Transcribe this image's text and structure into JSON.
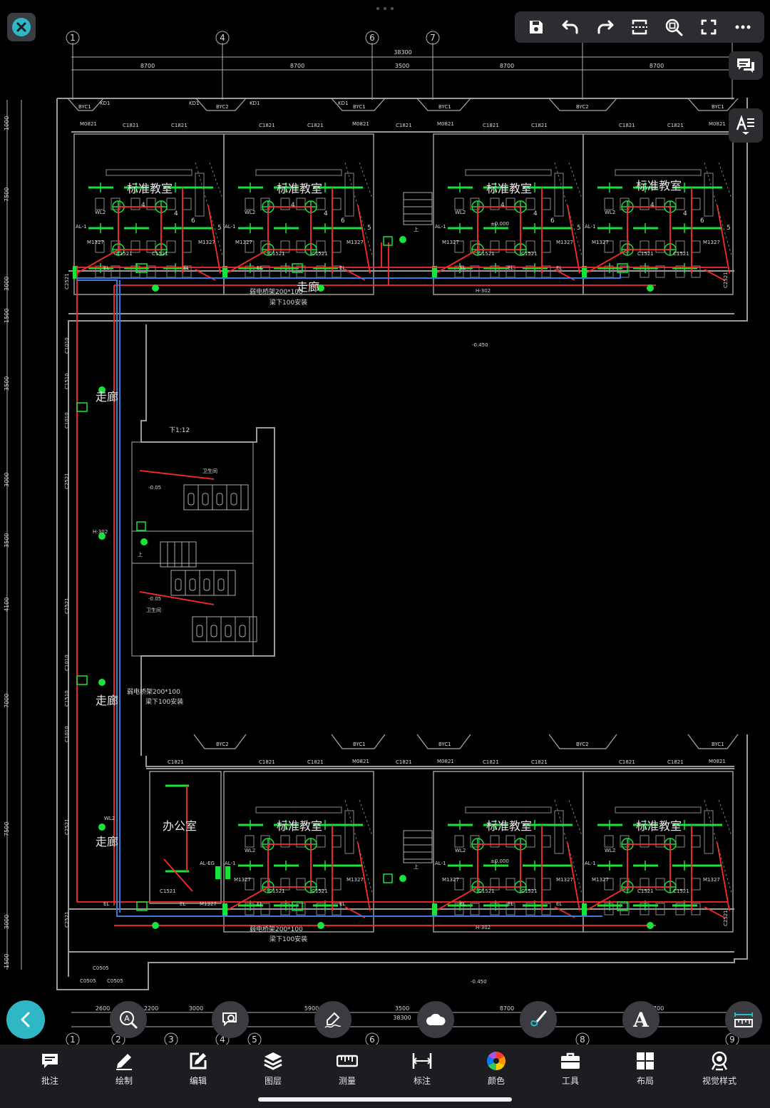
{
  "canvas": {
    "dimensions": {
      "total": "38300",
      "bays": [
        "8700",
        "8700",
        "3500",
        "8700",
        "8700"
      ],
      "bottom_bays": [
        "2600",
        "2200",
        "3000",
        "5900",
        "3500",
        "8700",
        "8700"
      ],
      "bottom_total": "38300",
      "left_dims": [
        "1000",
        "7500",
        "3000",
        "1500",
        "3500",
        "3000",
        "3500",
        "4100",
        "7000",
        "7500",
        "3000",
        "1500"
      ]
    },
    "axes": {
      "top": [
        "1",
        "4",
        "6",
        "7"
      ],
      "bottom": [
        "1",
        "2",
        "3",
        "4",
        "5",
        "6",
        "8",
        "9"
      ]
    },
    "rooms": {
      "classroom": "标准教室",
      "corridor": "走廊",
      "office": "办公室",
      "toilet": "卫生间"
    },
    "labels": {
      "window_c1821": "C1821",
      "window_c1521": "C1521",
      "door_m0821": "M0821",
      "door_m1327": "M1327",
      "byc1": "BYC1",
      "byc2": "BYC2",
      "kd1": "KD1",
      "panel_al1": "AL-1",
      "panel_aleg": "AL-EG",
      "wl2": "WL2",
      "el": "EL",
      "elev_0": "±0.000",
      "elev_m045": "-0.450",
      "elev_m005": "-0.05",
      "h_302": "H-302",
      "tray_main": "弱电桥架200*100",
      "tray_sub": "梁下100安装",
      "stairs": "下1:12",
      "up": "上",
      "c0505": "C0505",
      "c2521": "C2521",
      "c1010": "C1010",
      "c1510": "C1510",
      "nums": [
        "4",
        "5",
        "6"
      ]
    }
  },
  "top_toolbar": {
    "items": [
      "save-icon",
      "undo-icon",
      "redo-icon",
      "section-icon",
      "zoom-fit-icon",
      "fullscreen-icon",
      "more-icon"
    ]
  },
  "side_tools": [
    "comments-icon",
    "text-style-icon"
  ],
  "floating_tools": [
    "back-icon",
    "magnifier-icon",
    "search-markup-icon",
    "signature-icon",
    "cloud-icon",
    "brush-icon",
    "text-icon",
    "ruler-icon"
  ],
  "floating_text": {
    "text_tool": "A"
  },
  "bottom_nav": [
    {
      "label": "批注",
      "icon": "comment-icon"
    },
    {
      "label": "绘制",
      "icon": "pencil-icon"
    },
    {
      "label": "编辑",
      "icon": "edit-icon"
    },
    {
      "label": "图层",
      "icon": "layers-icon"
    },
    {
      "label": "测量",
      "icon": "measure-icon"
    },
    {
      "label": "标注",
      "icon": "dimension-icon"
    },
    {
      "label": "颜色",
      "icon": "color-wheel-icon"
    },
    {
      "label": "工具",
      "icon": "toolbox-icon"
    },
    {
      "label": "布局",
      "icon": "layout-icon"
    },
    {
      "label": "视觉样式",
      "icon": "visual-style-icon"
    }
  ],
  "colors": {
    "accent": "#2fb7c6",
    "wire_red": "#ff2a2a",
    "fixture_green": "#18e33a",
    "tray_blue": "#3a7bd5",
    "wall_gray": "#9a9a9a"
  }
}
